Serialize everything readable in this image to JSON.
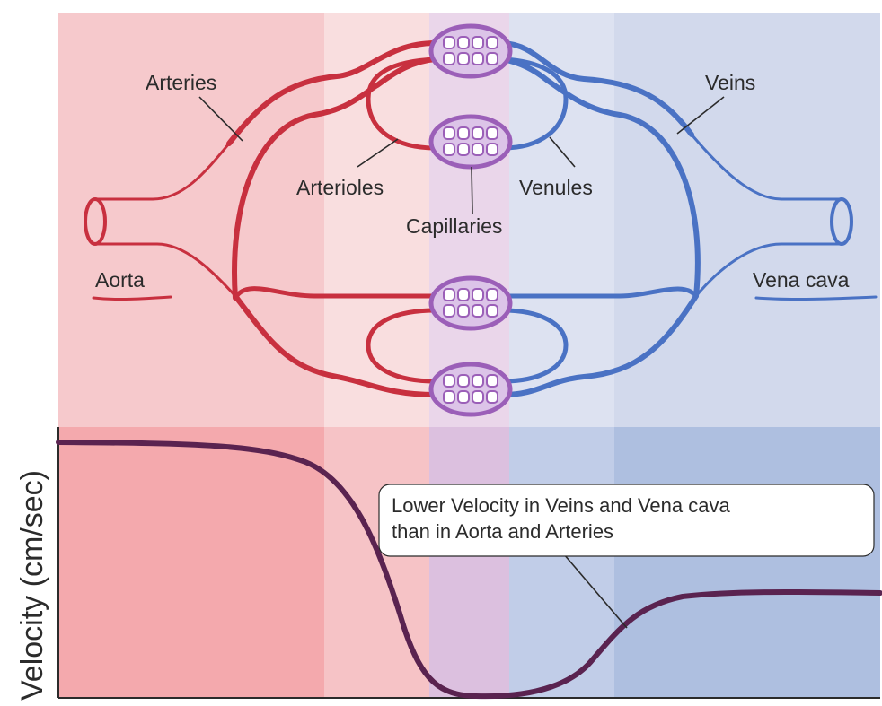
{
  "labels": {
    "arteries": "Arteries",
    "arterioles": "Arterioles",
    "capillaries": "Capillaries",
    "venules": "Venules",
    "veins": "Veins",
    "aorta": "Aorta",
    "vena_cava": "Vena cava"
  },
  "y_axis_label": "Velocity (cm/sec)",
  "callout": {
    "line1": "Lower Velocity in Veins and Vena cava",
    "line2": "than in Aorta and Arteries"
  },
  "colors": {
    "artery": "#c8303f",
    "vein": "#4a72c4",
    "capillary": "#9b5fb8",
    "curve": "#5a2350",
    "zone_aorta_top": "#f6c9cc",
    "zone_arteries_top": "#f9dedf",
    "zone_capillaries_top": "#ead6ea",
    "zone_venules_top": "#dde2f1",
    "zone_veins_top": "#d2d9ec",
    "zone_aorta_bottom": "#f4a9ad",
    "zone_arteries_bottom": "#f6c3c6",
    "zone_capillaries_bottom": "#dcc0df",
    "zone_venules_bottom": "#c1cde8",
    "zone_veins_bottom": "#aebfe0"
  }
}
